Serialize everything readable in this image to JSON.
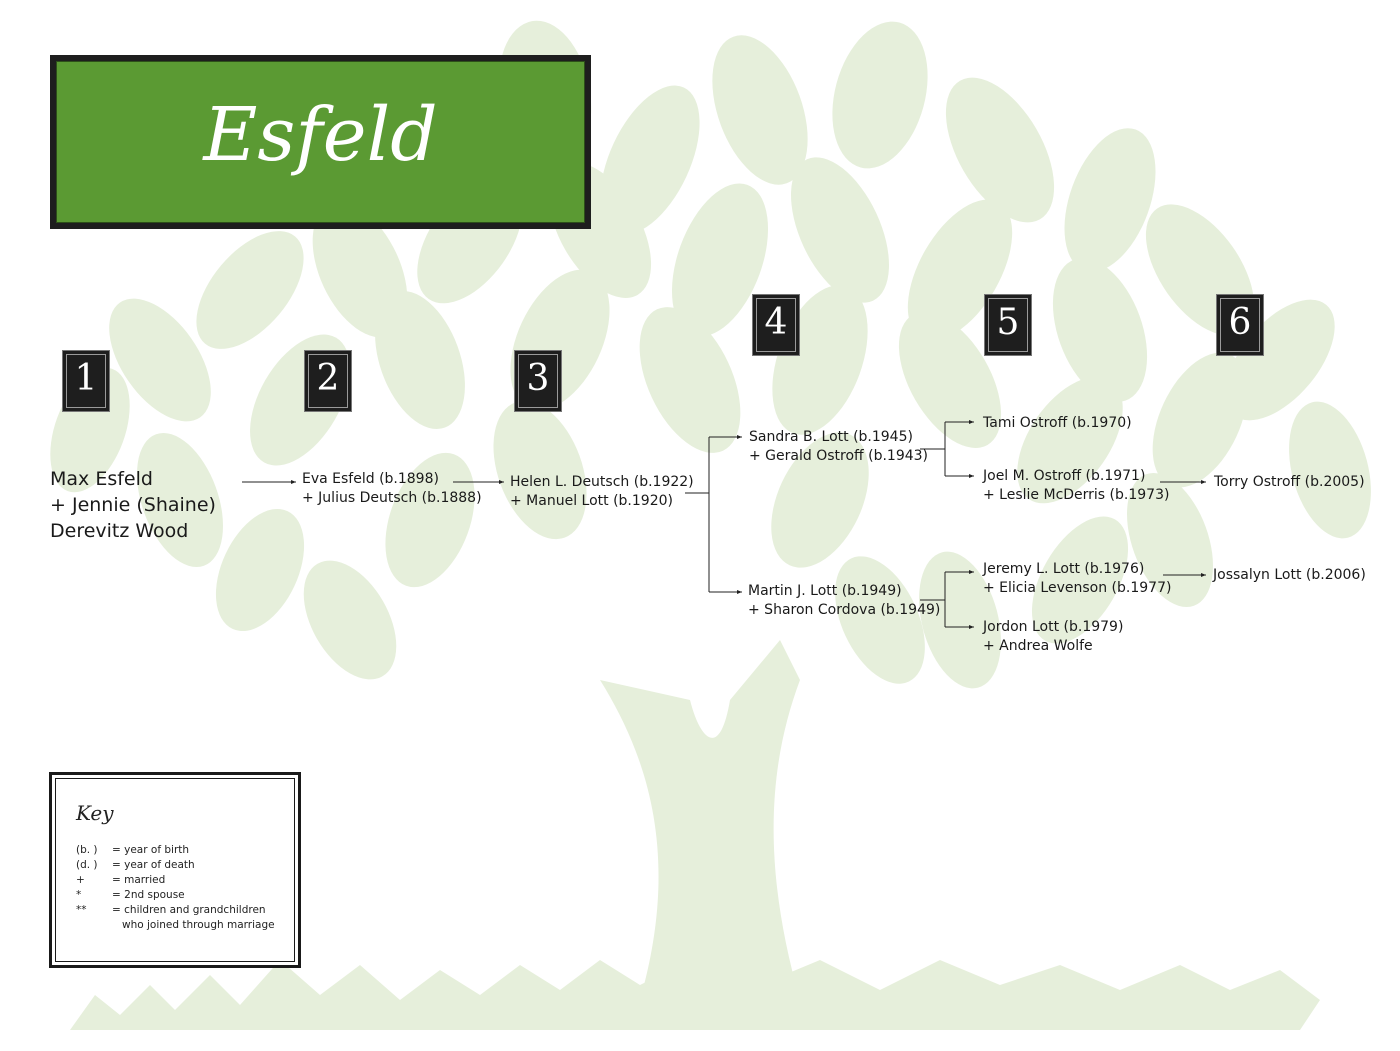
{
  "title": "Esfeld",
  "generations": [
    "1",
    "2",
    "3",
    "4",
    "5",
    "6"
  ],
  "people": {
    "gen1": {
      "lines": [
        "Max Esfeld",
        "+ Jennie (Shaine)",
        "Derevitz Wood"
      ]
    },
    "gen2": {
      "lines": [
        "Eva Esfeld (b.1898)",
        "+ Julius Deutsch (b.1888)"
      ]
    },
    "gen3": {
      "lines": [
        "Helen L. Deutsch (b.1922)",
        "+ Manuel Lott (b.1920)"
      ]
    },
    "sandra": {
      "lines": [
        "Sandra B. Lott (b.1945)",
        "+ Gerald Ostroff (b.1943)"
      ]
    },
    "martin": {
      "lines": [
        "Martin J. Lott (b.1949)",
        "+ Sharon Cordova (b.1949)"
      ]
    },
    "tami": {
      "lines": [
        "Tami Ostroff (b.1970)"
      ]
    },
    "joel": {
      "lines": [
        "Joel M. Ostroff (b.1971)",
        "+ Leslie McDerris (b.1973)"
      ]
    },
    "jeremy": {
      "lines": [
        "Jeremy L. Lott (b.1976)",
        "+ Elicia Levenson (b.1977)"
      ]
    },
    "jordon": {
      "lines": [
        "Jordon Lott (b.1979)",
        "+ Andrea Wolfe"
      ]
    },
    "torry": {
      "lines": [
        "Torry Ostroff (b.2005)"
      ]
    },
    "jossalyn": {
      "lines": [
        "Jossalyn Lott (b.2006)"
      ]
    }
  },
  "key": {
    "title": "Key",
    "rows": [
      {
        "symbol": "(b.   )",
        "meaning": "= year of birth"
      },
      {
        "symbol": "(d.   )",
        "meaning": "= year of death"
      },
      {
        "symbol": "+",
        "meaning": "= married"
      },
      {
        "symbol": "*",
        "meaning": "= 2nd spouse"
      },
      {
        "symbol": "**",
        "meaning": "= children and grandchildren"
      },
      {
        "symbol": "",
        "meaning": "who joined through marriage"
      }
    ]
  },
  "colors": {
    "title_bg": "#5b9a33",
    "tree": "#e6efdb",
    "box_dark": "#1e1e1e"
  }
}
